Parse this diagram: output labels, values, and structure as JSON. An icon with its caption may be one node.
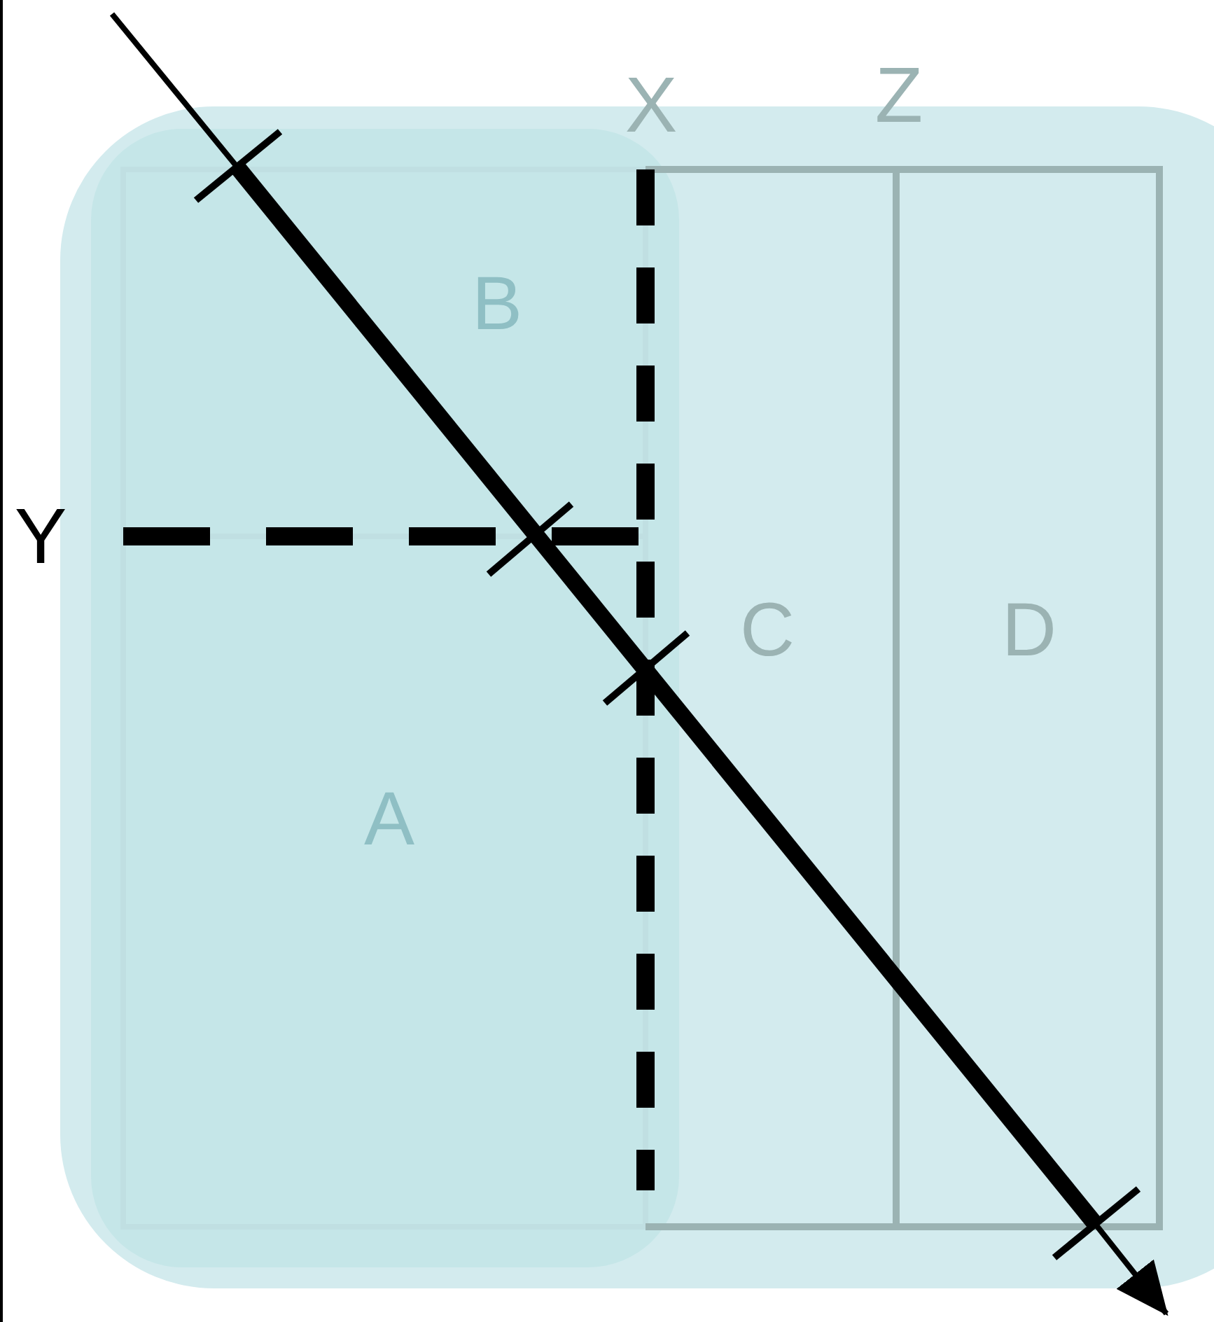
{
  "diagram": {
    "labels": [
      "X",
      "Z",
      "B",
      "Y",
      "C",
      "D",
      "A"
    ]
  }
}
